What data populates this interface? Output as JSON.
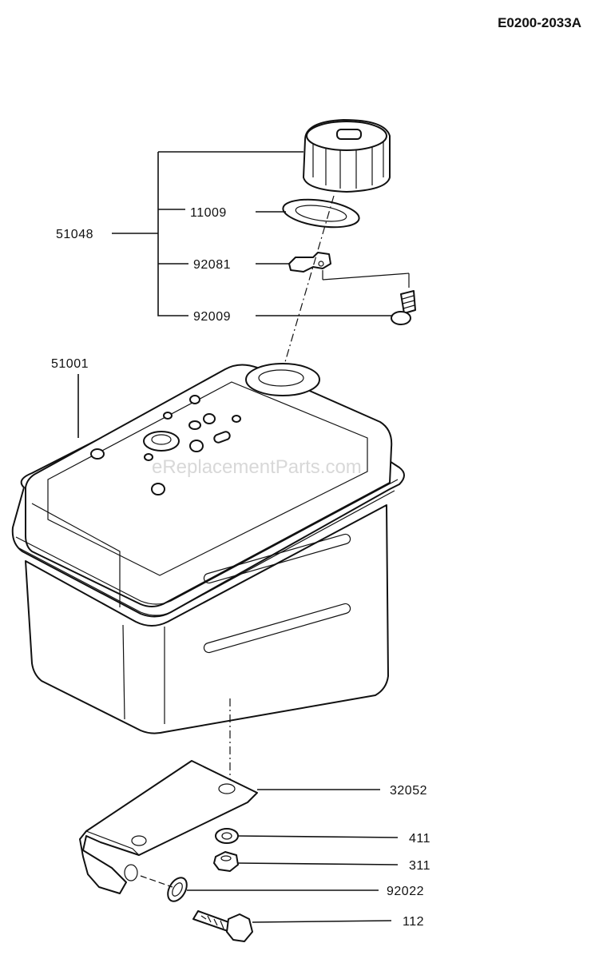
{
  "drawing_code": "E0200-2033A",
  "watermark": "eReplacementParts.com",
  "labels": {
    "cap_assembly": "51048",
    "gasket": "11009",
    "plate": "92081",
    "screw": "92009",
    "tank": "51001",
    "bracket": "32052",
    "washer": "411",
    "nut": "311",
    "washer_ring": "92022",
    "bolt": "112"
  }
}
